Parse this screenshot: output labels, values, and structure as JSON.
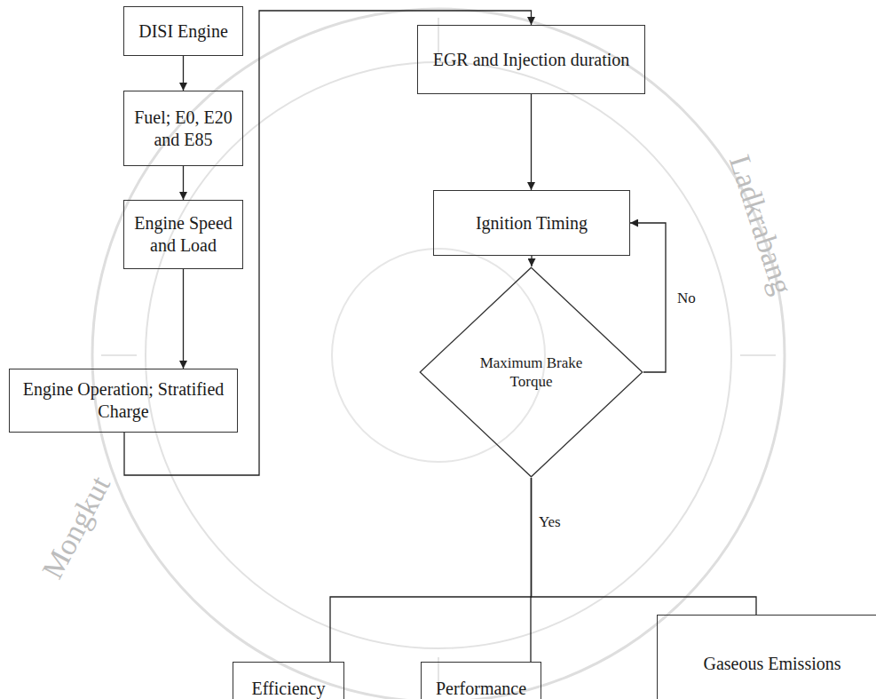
{
  "diagram": {
    "nodes": [
      {
        "text": [
          "DISI Engine"
        ]
      },
      {
        "text": [
          "Fuel; E0, E20 and E85"
        ]
      },
      {
        "text": [
          "Engine Speed and Load"
        ]
      },
      {
        "text": [
          "Engine Operation; Stratified Charge"
        ]
      },
      {
        "text": [
          "EGR and Injection duration"
        ]
      },
      {
        "text": [
          "Ignition Timing"
        ]
      },
      {
        "text": [
          "Maximum Brake Torque"
        ]
      },
      {
        "text": [
          "Efficiency"
        ]
      },
      {
        "text": [
          "Performance"
        ]
      },
      {
        "text": [
          "Gaseous Emissions"
        ]
      }
    ],
    "edges": [
      {
        "from": 0,
        "to": 1,
        "arrow": "to"
      },
      {
        "from": 1,
        "to": 2,
        "arrow": "to"
      },
      {
        "from": 2,
        "to": 3,
        "arrow": "to"
      },
      {
        "from": 3,
        "to": 4,
        "arrow": "to"
      },
      {
        "from": 4,
        "to": 5,
        "arrow": "to"
      },
      {
        "from": 5,
        "to": 6,
        "arrow": "to"
      },
      {
        "from": 6,
        "to": 5,
        "label": "No",
        "arrow": "to"
      },
      {
        "from": 6,
        "to": 7,
        "arrow": "none"
      },
      {
        "from": 6,
        "to": 8,
        "label": "Yes",
        "arrow": "none"
      },
      {
        "from": 6,
        "to": 9,
        "arrow": "none"
      }
    ],
    "labels": [
      "Mongkut",
      "Ladkrabang"
    ]
  }
}
